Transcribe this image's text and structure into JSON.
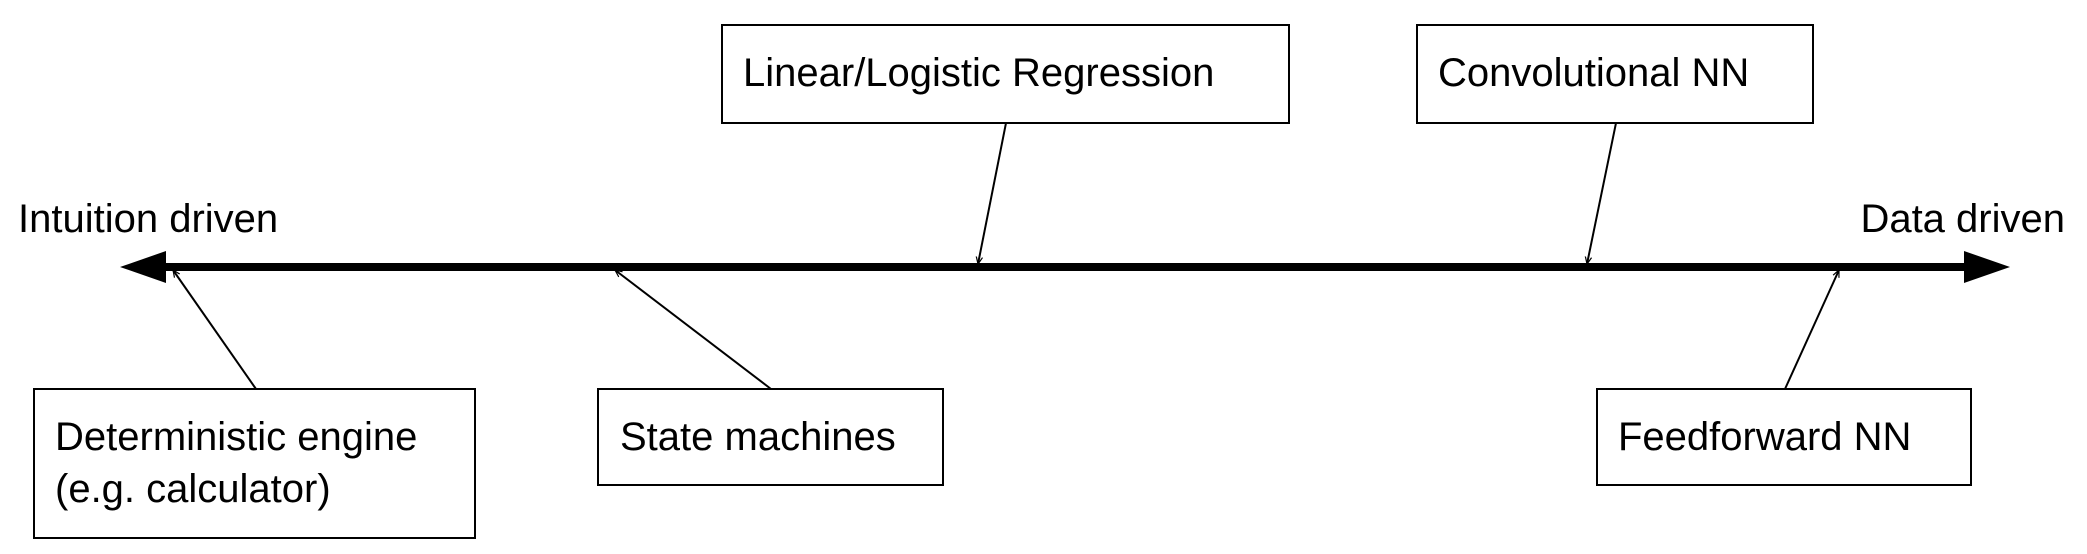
{
  "axis": {
    "left_label": "Intuition driven",
    "right_label": "Data driven"
  },
  "boxes": {
    "linear_logistic": {
      "line1": "Linear/Logistic Regression"
    },
    "convolutional": {
      "line1": "Convolutional NN"
    },
    "deterministic": {
      "line1": "Deterministic engine",
      "line2": "(e.g. calculator)"
    },
    "state_machines": {
      "line1": "State machines"
    },
    "feedforward": {
      "line1": "Feedforward NN"
    }
  },
  "colors": {
    "stroke": "#000000",
    "background": "#ffffff"
  }
}
